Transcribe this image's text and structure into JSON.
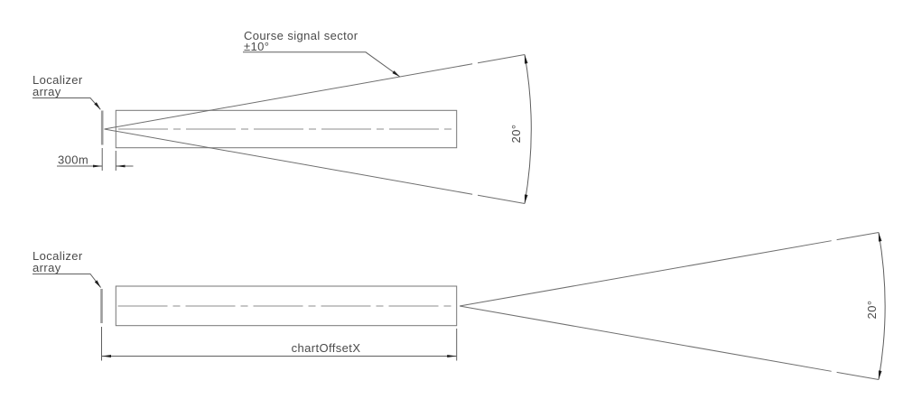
{
  "diagrams": {
    "top": {
      "localizer_label": {
        "line1": "Localizer",
        "line2": "array"
      },
      "sector_label": {
        "line1": "Course signal sector",
        "line2": "±10°"
      },
      "offset_dimension": "300m",
      "angle_dimension": "20°"
    },
    "bottom": {
      "localizer_label": {
        "line1": "Localizer",
        "line2": "array"
      },
      "offset_dimension": "chartOffsetX",
      "angle_dimension": "20°"
    }
  },
  "colors": {
    "background": "#ffffff",
    "line": "#6f6f6f",
    "dimension_line": "#5f5f5f",
    "centerline": "#8d8d8d",
    "localizer_bar": "#9c9c9c",
    "text": "#4a4a4a",
    "arrowhead": "#1f1f1f"
  }
}
